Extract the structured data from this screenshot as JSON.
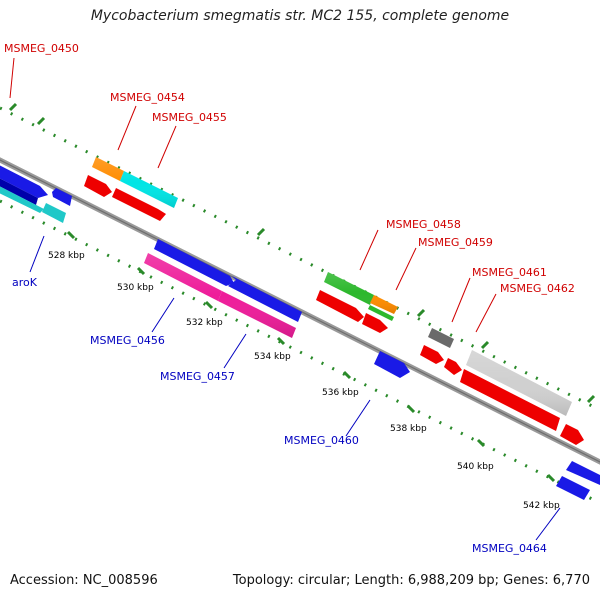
{
  "title": "Mycobacterium smegmatis str. MC2 155, complete genome",
  "footer": {
    "accession": "Accession: NC_008596",
    "stats": "Topology: circular; Length: 6,988,209 bp; Genes: 6,770"
  },
  "scale_labels": [
    "528 kbp",
    "530 kbp",
    "532 kbp",
    "534 kbp",
    "536 kbp",
    "538 kbp",
    "540 kbp",
    "542 kbp"
  ],
  "gene_labels": {
    "top": [
      "MSMEG_0450",
      "MSMEG_0454",
      "MSMEG_0455",
      "MSMEG_0458",
      "MSMEG_0459",
      "MSMEG_0461",
      "MSMEG_0462"
    ],
    "bottom": [
      "aroK",
      "MSMEG_0456",
      "MSMEG_0457",
      "MSMEG_0460",
      "MSMEG_0464"
    ]
  },
  "colors": {
    "forward_label": "#d00000",
    "reverse_label": "#0000c0",
    "backbone": "#888888",
    "tick": "#228822"
  }
}
